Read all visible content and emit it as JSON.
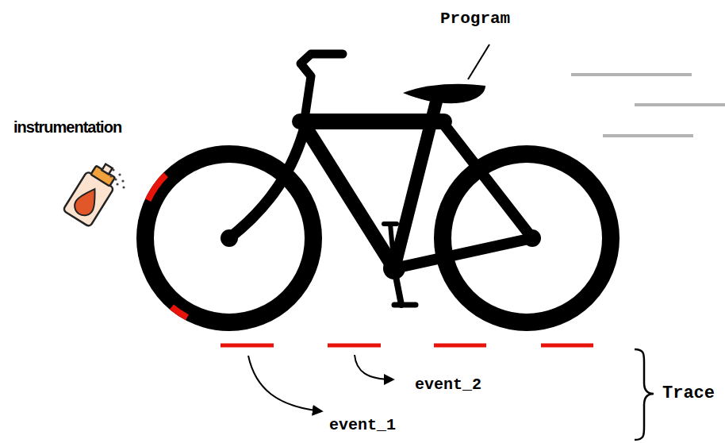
{
  "diagram": {
    "labels": [
      "Program",
      "instrumentation",
      "event_2",
      "event_1",
      "Trace"
    ]
  }
}
